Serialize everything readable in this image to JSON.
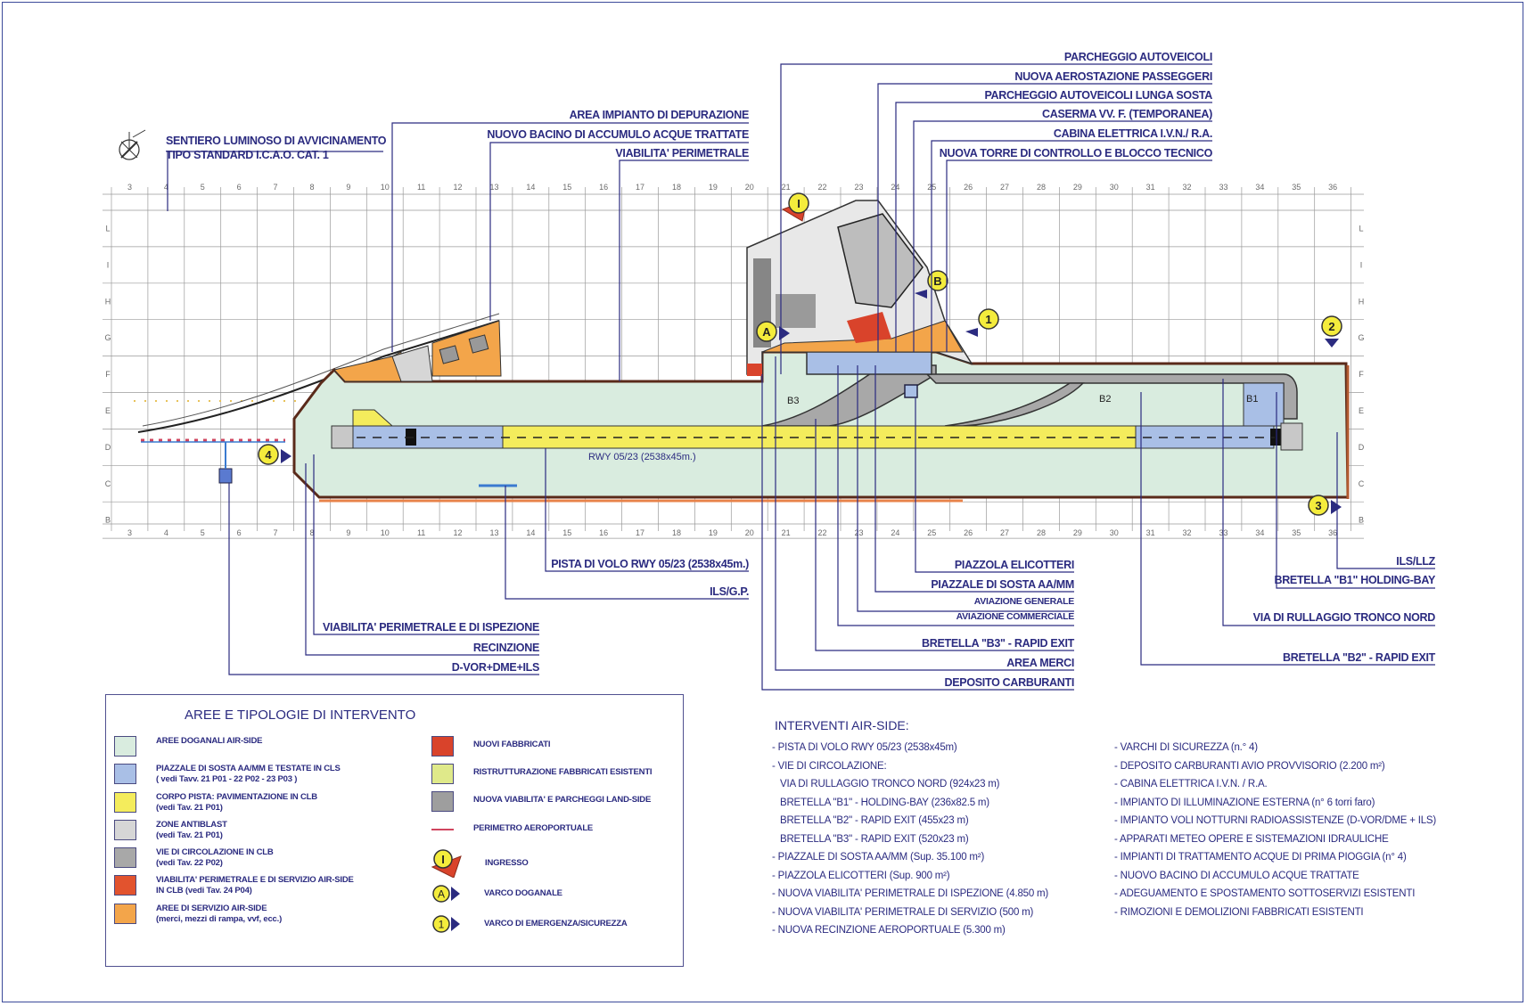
{
  "map": {
    "runway_label": "RWY 05/23 (2538x45m.)",
    "taxiway_labels": [
      "B1",
      "B2",
      "B3"
    ],
    "grid": {
      "columns": [
        "3",
        "4",
        "5",
        "6",
        "7",
        "8",
        "9",
        "10",
        "11",
        "12",
        "13",
        "14",
        "15",
        "16",
        "17",
        "18",
        "19",
        "20",
        "21",
        "22",
        "23",
        "24",
        "25",
        "26",
        "27",
        "28",
        "29",
        "30",
        "31",
        "32",
        "33",
        "34",
        "35",
        "36"
      ],
      "rows": [
        "L",
        "I",
        "H",
        "G",
        "F",
        "E",
        "D",
        "C",
        "B"
      ]
    },
    "markers": {
      "entrance": "I",
      "customs_gates": [
        "A",
        "B"
      ],
      "emergency_gates": [
        "1",
        "2",
        "3",
        "4"
      ]
    },
    "north_arrow": "N"
  },
  "callouts": {
    "top_left": {
      "approach_lights_line1": "SENTIERO LUMINOSO DI AVVICINAMENTO",
      "approach_lights_line2": "TIPO STANDARD I.C.A.O. CAT. 1",
      "depuration": "AREA IMPIANTO DI DEPURAZIONE",
      "basin": "NUOVO BACINO DI ACCUMULO ACQUE TRATTATE",
      "perimeter_road": "VIABILITA' PERIMETRALE"
    },
    "top_right": [
      "PARCHEGGIO  AUTOVEICOLI",
      "NUOVA AEROSTAZIONE PASSEGGERI",
      "PARCHEGGIO AUTOVEICOLI LUNGA SOSTA",
      "CASERMA VV. F. (TEMPORANEA)",
      "CABINA ELETTRICA I.V.N./ R.A.",
      "NUOVA TORRE DI CONTROLLO E BLOCCO TECNICO"
    ],
    "bottom_left": [
      "PISTA DI VOLO RWY 05/23 (2538x45m.)",
      "ILS/G.P.",
      "VIABILITA' PERIMETRALE E DI ISPEZIONE",
      "RECINZIONE",
      "D-VOR+DME+ILS"
    ],
    "bottom_center": [
      "PIAZZOLA ELICOTTERI",
      "PIAZZALE DI SOSTA AA/MM",
      "AVIAZIONE GENERALE",
      "AVIAZIONE COMMERCIALE",
      "BRETELLA \"B3\" - RAPID EXIT",
      "AREA MERCI",
      "DEPOSITO CARBURANTI"
    ],
    "bottom_right": [
      "ILS/LLZ",
      "BRETELLA \"B1\" HOLDING-BAY",
      "VIA DI RULLAGGIO TRONCO NORD",
      "BRETELLA \"B2\" - RAPID EXIT"
    ]
  },
  "legend": {
    "title": "AREE E TIPOLOGIE DI INTERVENTO",
    "left_items": [
      {
        "label": "AREE DOGANALI AIR-SIDE",
        "sub": "",
        "color": "#d9ecdf"
      },
      {
        "label": "PIAZZALE DI SOSTA AA/MM E TESTATE IN CLS",
        "sub": "( vedi Tavv. 21 P01 - 22 P02 - 23 P03 )",
        "color": "#a9bfe6"
      },
      {
        "label": "CORPO PISTA: PAVIMENTAZIONE IN CLB",
        "sub": "(vedi Tav. 21 P01)",
        "color": "#f4ec5c"
      },
      {
        "label": "ZONE ANTIBLAST",
        "sub": "(vedi Tav. 21 P01)",
        "color": "#d6d6d6"
      },
      {
        "label": "VIE DI CIRCOLAZIONE IN CLB",
        "sub": "(vedi Tav. 22 P02)",
        "color": "#a8a8a8"
      },
      {
        "label": "VIABILITA' PERIMETRALE E DI SERVIZIO AIR-SIDE",
        "sub": "IN CLB (vedi Tav. 24 P04)",
        "color": "#e2532e"
      },
      {
        "label": "AREE DI SERVIZIO AIR-SIDE",
        "sub": "(merci, mezzi di rampa, vvf, ecc.)",
        "color": "#f3a54a"
      }
    ],
    "right_items": [
      {
        "label": "NUOVI FABBRICATI",
        "kind": "swatch",
        "color": "#d9432b"
      },
      {
        "label": "RISTRUTTURAZIONE FABBRICATI ESISTENTI",
        "kind": "swatch",
        "color": "#dfe98a"
      },
      {
        "label": "NUOVA VIABILITA' E PARCHEGGI LAND-SIDE",
        "kind": "swatch",
        "color": "#9e9e9e"
      },
      {
        "label": "PERIMETRO AEROPORTUALE",
        "kind": "line",
        "color": "#d0455e"
      },
      {
        "label": "INGRESSO",
        "kind": "entrance",
        "symbol": "I"
      },
      {
        "label": "VARCO DOGANALE",
        "kind": "gate",
        "symbol": "A"
      },
      {
        "label": "VARCO DI EMERGENZA/SICUREZZA",
        "kind": "gate",
        "symbol": "1"
      }
    ]
  },
  "interventions": {
    "title": "INTERVENTI AIR-SIDE:",
    "col1": [
      "- PISTA DI VOLO RWY 05/23 (2538x45m)",
      "- VIE DI CIRCOLAZIONE:",
      "   VIA DI RULLAGGIO TRONCO NORD (924x23 m)",
      "   BRETELLA \"B1\" - HOLDING-BAY (236x82.5 m)",
      "   BRETELLA \"B2\" - RAPID EXIT (455x23 m)",
      "   BRETELLA \"B3\" - RAPID EXIT (520x23 m)",
      "- PIAZZALE DI SOSTA AA/MM (Sup. 35.100 m²)",
      "- PIAZZOLA ELICOTTERI (Sup. 900 m²)",
      "- NUOVA VIABILITA' PERIMETRALE DI ISPEZIONE (4.850 m)",
      "- NUOVA VIABILITA' PERIMETRALE DI SERVIZIO (500 m)",
      "- NUOVA RECINZIONE AEROPORTUALE (5.300 m)"
    ],
    "col2": [
      "- VARCHI DI SICUREZZA (n.° 4)",
      "- DEPOSITO CARBURANTI AVIO PROVVISORIO (2.200 m²)",
      "- CABINA ELETTRICA I.V.N. / R.A.",
      "- IMPIANTO DI ILLUMINAZIONE ESTERNA (n° 6 torri faro)",
      "- IMPIANTO VOLI NOTTURNI RADIOASSISTENZE (D-VOR/DME + ILS)",
      "- APPARATI METEO OPERE E SISTEMAZIONI IDRAULICHE",
      "- IMPIANTI DI TRATTAMENTO ACQUE DI PRIMA PIOGGIA (n° 4)",
      "- NUOVO BACINO DI ACCUMULO ACQUE TRATTATE",
      "- ADEGUAMENTO E SPOSTAMENTO SOTTOSERVIZI ESISTENTI",
      "- RIMOZIONI E DEMOLIZIONI FABBRICATI ESISTENTI"
    ]
  },
  "colors": {
    "ink": "#2b2b80",
    "airside": "#d9ecdf",
    "apron": "#a9bfe6",
    "runway": "#f4ec5c",
    "taxiway": "#a8a8a8",
    "service": "#f3a54a",
    "new_building": "#d9432b",
    "perimeter": "#d0455e"
  }
}
